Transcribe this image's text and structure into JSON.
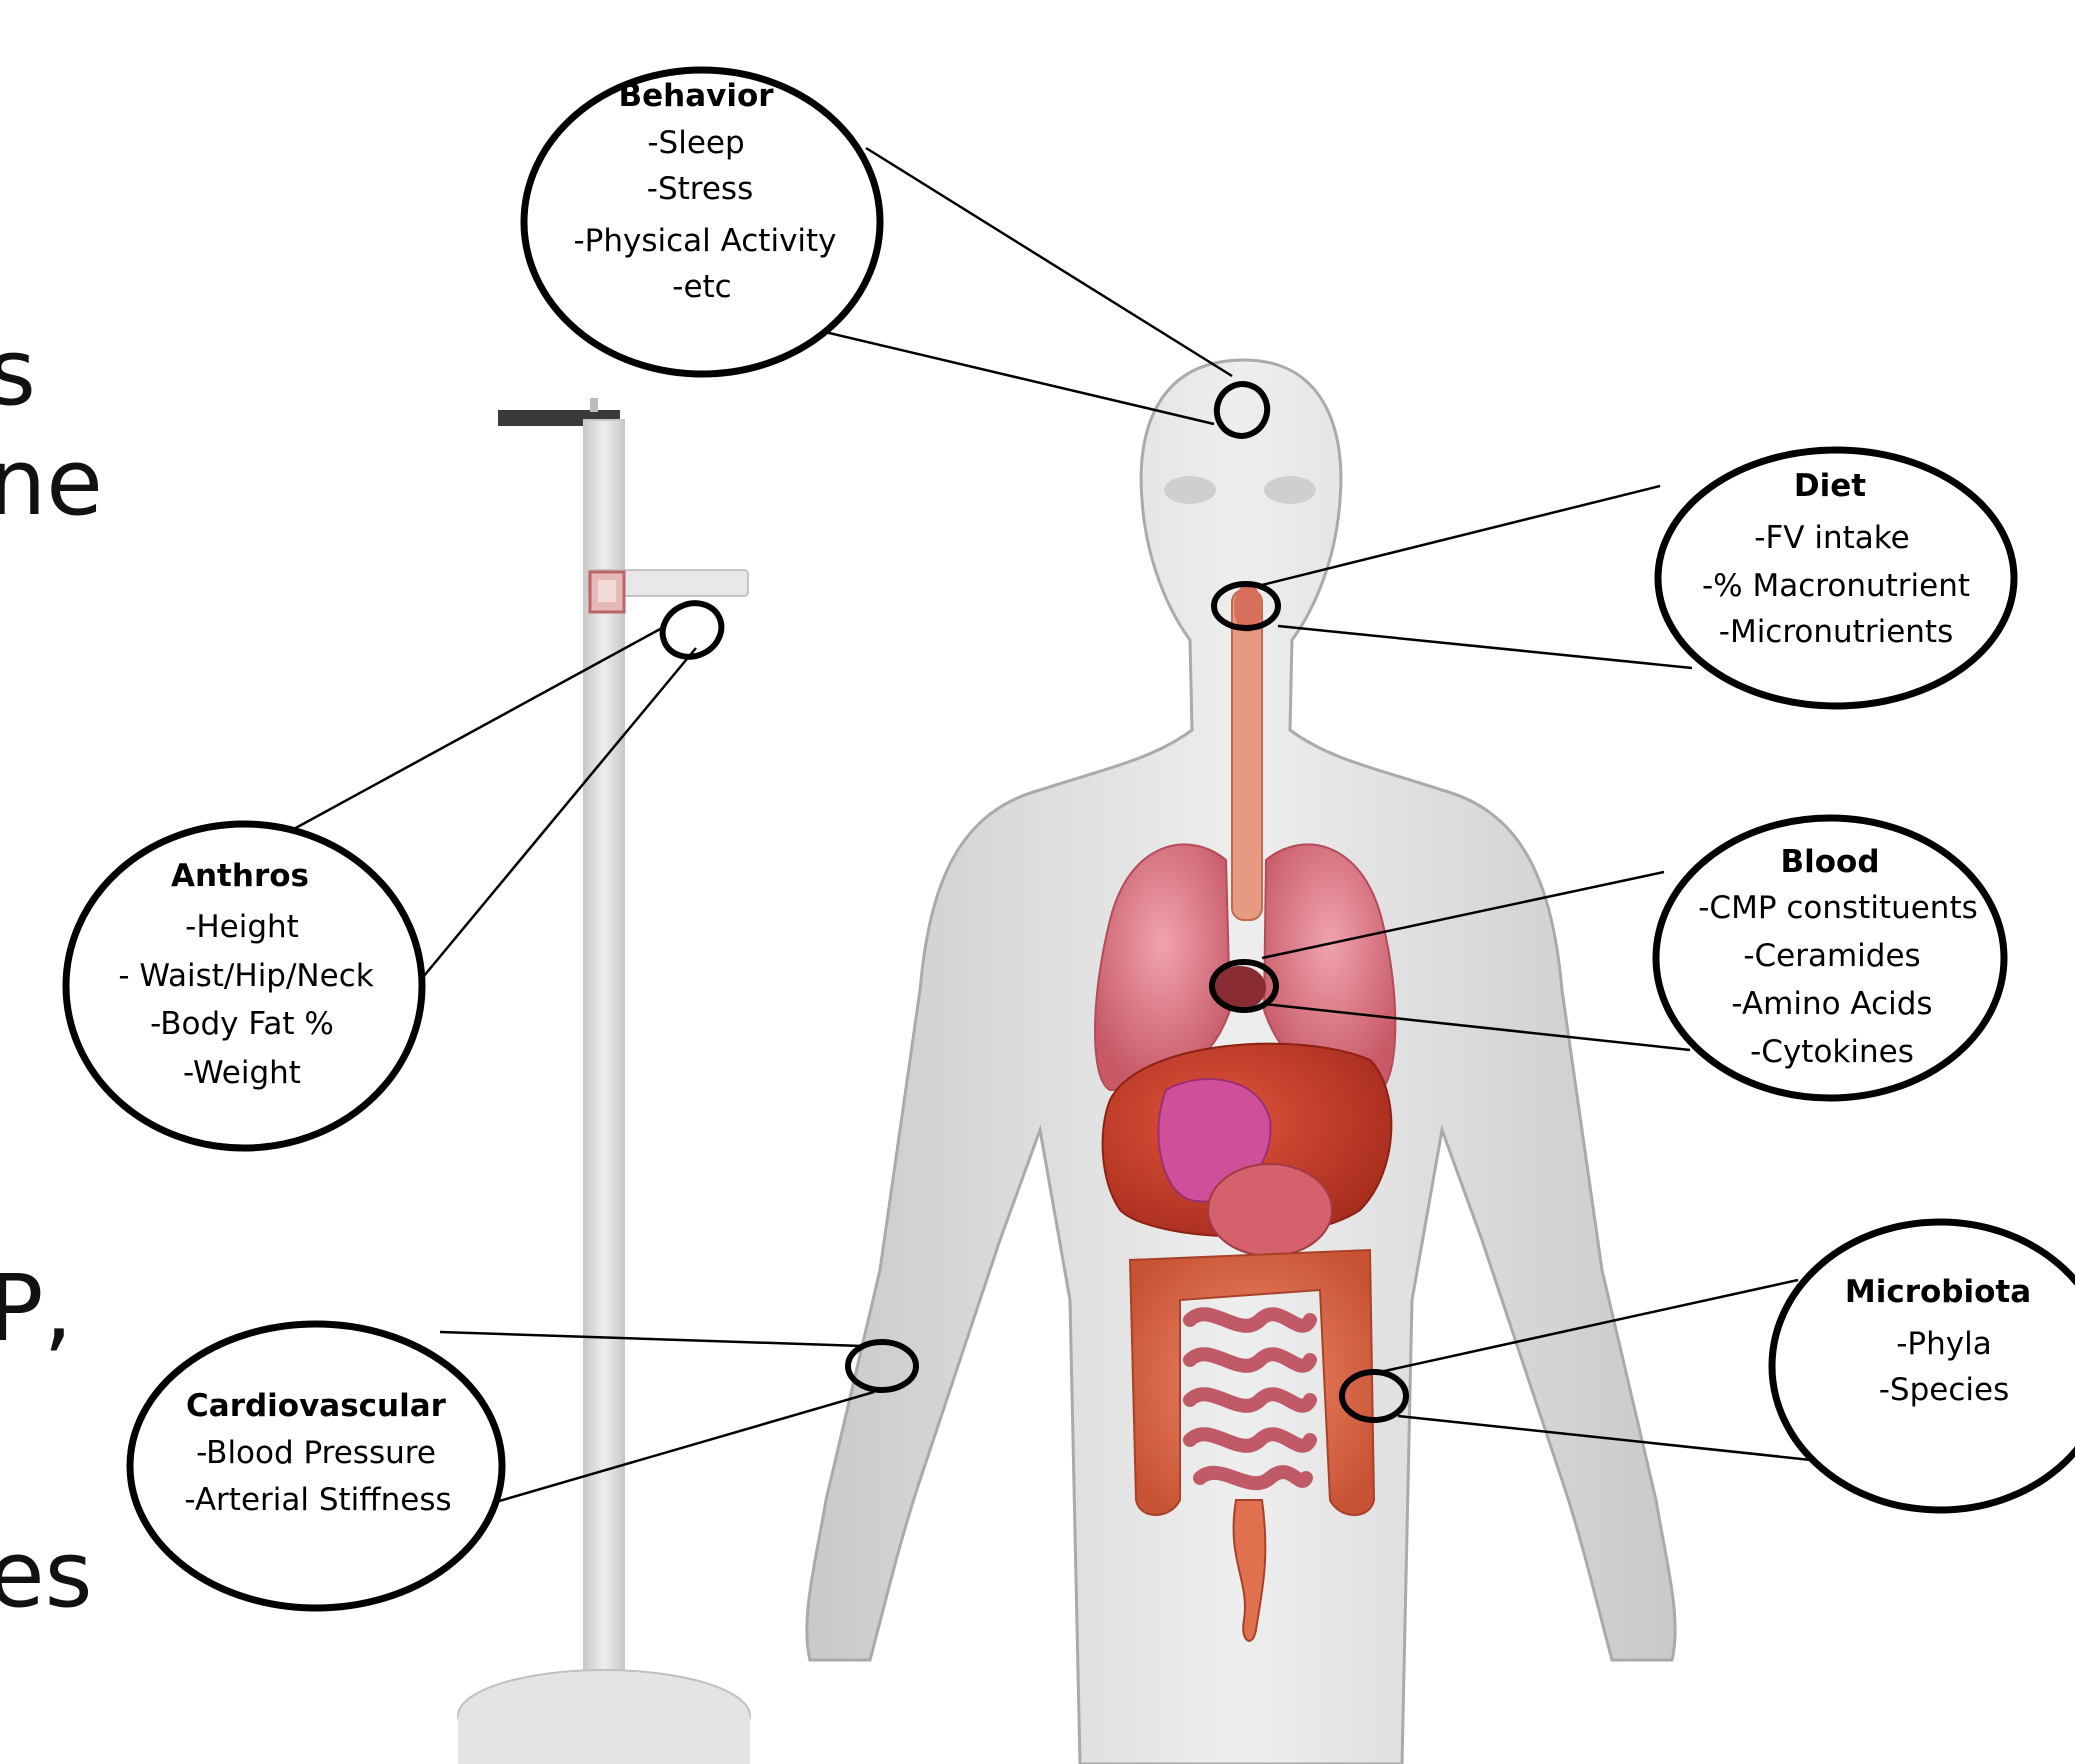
{
  "left_fragments": [
    "s",
    "ne",
    "P,",
    "es"
  ],
  "callouts": {
    "behavior": {
      "title": "Behavior",
      "items": [
        "-Sleep",
        "-Stress",
        "-Physical  Activity",
        "-etc"
      ]
    },
    "diet": {
      "title": "Diet",
      "items": [
        "-FV intake",
        "-% Macronutrient",
        "-Micronutrients"
      ]
    },
    "anthros": {
      "title": "Anthros",
      "items": [
        "-Height",
        "- Waist/Hip/Neck",
        "-Body Fat %",
        "-Weight"
      ]
    },
    "blood": {
      "title": "Blood",
      "items": [
        "-CMP constituents",
        "-Ceramides",
        "-Amino Acids",
        "-Cytokines"
      ]
    },
    "cardiovascular": {
      "title": "Cardiovascular",
      "items": [
        "-Blood Pressure",
        "-Arterial Stiffness"
      ]
    },
    "microbiota": {
      "title": "Microbiota",
      "items": [
        "-Phyla",
        "-Species"
      ]
    }
  },
  "colors": {
    "background": "#ffffff",
    "ellipse_stroke": "#000000",
    "body_fill": "#dcdcdc",
    "lungs": "#d97a86",
    "liver": "#c9432f",
    "stomach": "#d4616c",
    "intestines": "#e0714f",
    "trachea": "#e69a7f",
    "stadiometer": "#eeeeee"
  }
}
